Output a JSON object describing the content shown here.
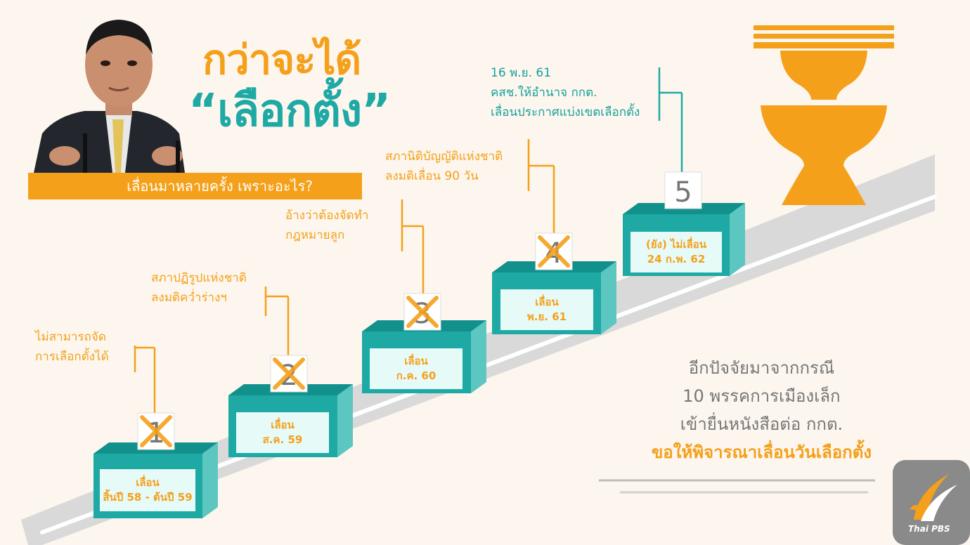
{
  "title": {
    "line1": "กว่าจะได้",
    "line2": "“เลือกตั้ง”"
  },
  "banner": "เลื่อนมาหลายครั้ง เพราะอะไร?",
  "steps": [
    {
      "number": "1",
      "crossed": true,
      "label_line1": "เลื่อน",
      "label_line2": "สิ้นปี 58 - ต้นปี 59",
      "note_line1": "ไม่สามารถจัด",
      "note_line2": "การเลือกตั้งได้"
    },
    {
      "number": "2",
      "crossed": true,
      "label_line1": "เลื่อน",
      "label_line2": "ส.ค. 59",
      "note_line1": "สภาปฏิรูปแห่งชาติ",
      "note_line2": "ลงมติคว่ำร่างฯ"
    },
    {
      "number": "3",
      "crossed": true,
      "label_line1": "เลื่อน",
      "label_line2": "ก.ค. 60",
      "note_line1": "อ้างว่าต้องจัดทำ",
      "note_line2": "กฎหมายลูก"
    },
    {
      "number": "4",
      "crossed": true,
      "label_line1": "เลื่อน",
      "label_line2": "พ.ย. 61",
      "note_line1": "สภานิติบัญญัติแห่งชาติ",
      "note_line2": "ลงมติเลื่อน 90 วัน"
    },
    {
      "number": "5",
      "crossed": false,
      "label_line1": "(ยัง) ไม่เลื่อน",
      "label_line2": "24 ก.พ. 62",
      "note_line1": "16 พ.ย. 61",
      "note_line2": "คสช.ให้อำนาจ กกต.",
      "note_line3": "เลื่อนประกาศแบ่งเขตเลือกตั้ง"
    }
  ],
  "side_note": {
    "line1": "อีกปัจจัยมาจากกรณี",
    "line2": "10 พรรคการเมืองเล็ก",
    "line3": "เข้ายื่นหนังสือต่อ กกต.",
    "line4": "ขอให้พิจารณาเลื่อนวันเลือกตั้ง"
  },
  "logo_text": "Thai PBS",
  "colors": {
    "orange": "#f5a01a",
    "teal": "#1fa9a5",
    "teal_dark": "#12908c",
    "teal_side": "#5bc7c0",
    "label_bg": "#e6faf8",
    "background": "#fcf6ee",
    "ramp": "#d9d9d9",
    "logo_bg": "#8a8a8a"
  }
}
